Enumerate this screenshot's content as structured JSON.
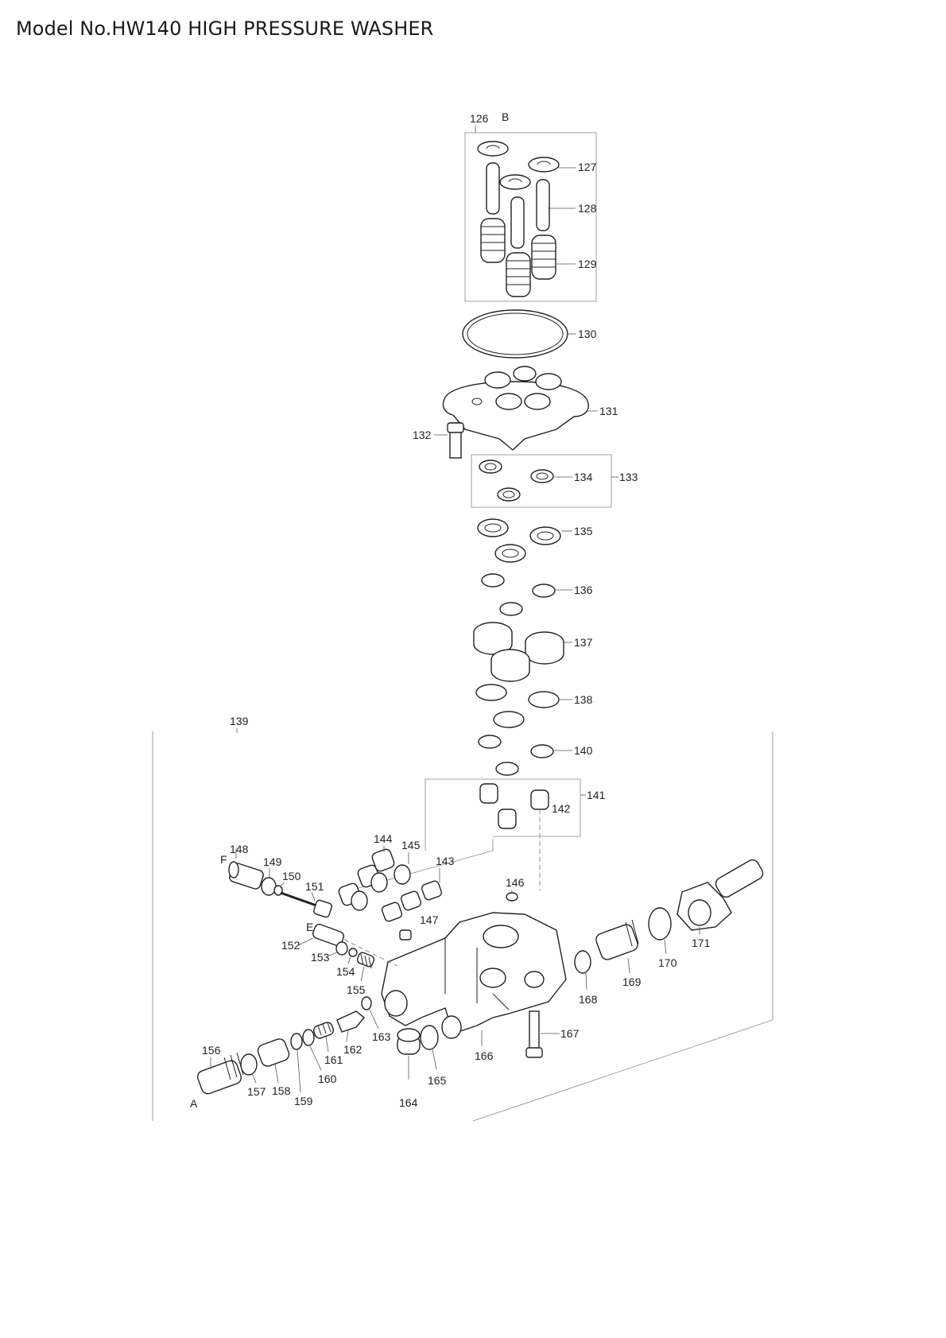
{
  "title": "Model No.HW140 HIGH PRESSURE WASHER",
  "labels": {
    "p126": "126",
    "B": "B",
    "p127": "127",
    "p128": "128",
    "p129": "129",
    "p130": "130",
    "p131": "131",
    "p132": "132",
    "p133": "133",
    "p134": "134",
    "p135": "135",
    "p136": "136",
    "p137": "137",
    "p138": "138",
    "p139": "139",
    "p140": "140",
    "p141": "141",
    "p142": "142",
    "p143": "143",
    "p144": "144",
    "p145": "145",
    "p146": "146",
    "p147": "147",
    "p148": "148",
    "F": "F",
    "p149": "149",
    "p150": "150",
    "p151": "151",
    "E": "E",
    "p152": "152",
    "p153": "153",
    "p154": "154",
    "p155": "155",
    "p156": "156",
    "A": "A",
    "p157": "157",
    "p158": "158",
    "p159": "159",
    "p160": "160",
    "p161": "161",
    "p162": "162",
    "p163": "163",
    "p164": "164",
    "p165": "165",
    "p166": "166",
    "p167": "167",
    "p168": "168",
    "p169": "169",
    "p170": "170",
    "p171": "171"
  }
}
